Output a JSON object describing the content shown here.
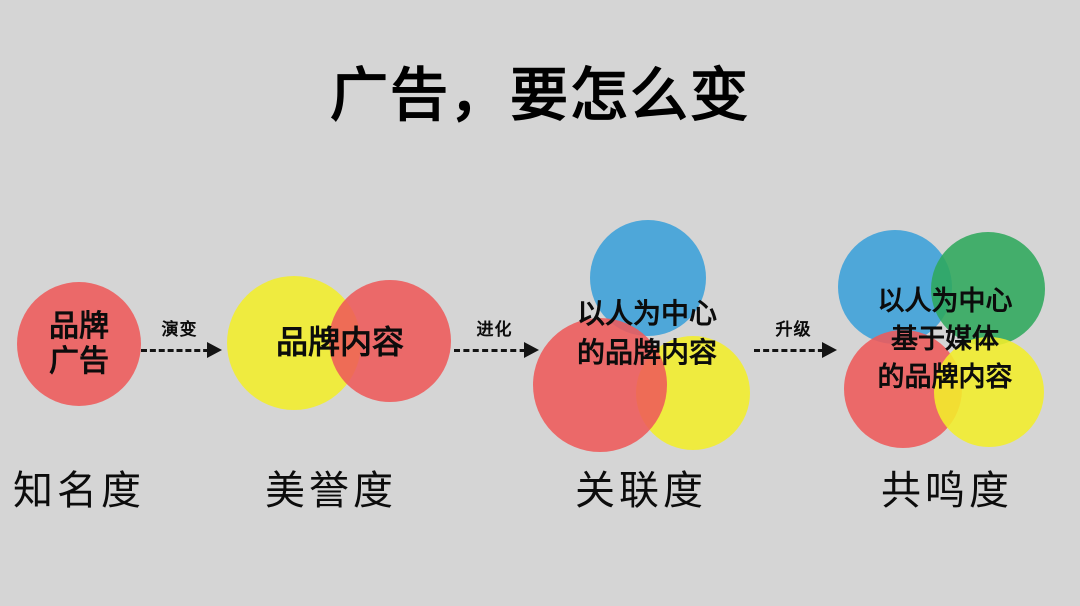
{
  "title": "广告，要怎么变",
  "arrows": [
    {
      "label": "演变"
    },
    {
      "label": "进化"
    },
    {
      "label": "升级"
    }
  ],
  "stages": [
    {
      "lines": [
        "品牌",
        "广告"
      ],
      "label": "知名度",
      "circles": [
        "red"
      ]
    },
    {
      "lines": [
        "品牌内容"
      ],
      "label": "美誉度",
      "circles": [
        "yellow",
        "red"
      ]
    },
    {
      "lines": [
        "以人为中心",
        "的品牌内容"
      ],
      "label": "关联度",
      "circles": [
        "blue",
        "red",
        "yellow"
      ]
    },
    {
      "lines": [
        "以人为中心",
        "基于媒体",
        "的品牌内容"
      ],
      "label": "共鸣度",
      "circles": [
        "blue",
        "green",
        "red",
        "yellow"
      ]
    }
  ],
  "colors": {
    "background": "#d5d5d5",
    "red": "#ee5a5a",
    "yellow": "#f2ee2a",
    "blue": "#3ba1d9",
    "green": "#2fa95c",
    "text": "#0c0c0c"
  }
}
